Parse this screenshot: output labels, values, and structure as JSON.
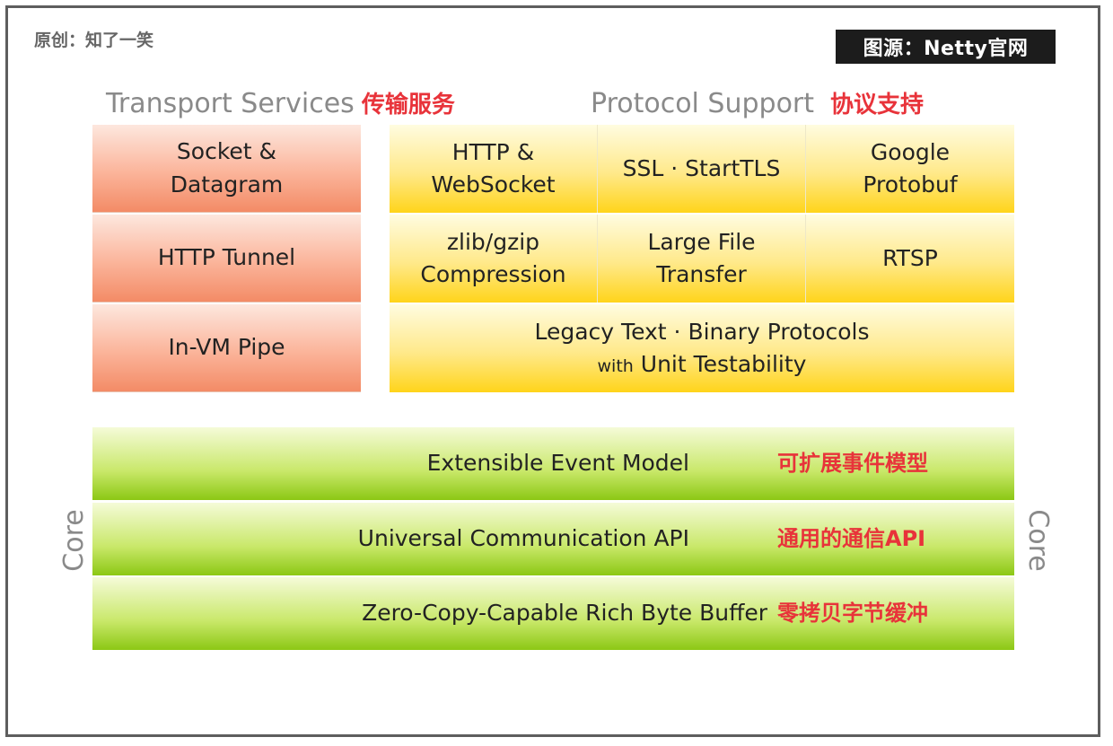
{
  "header": {
    "author": "原创：知了一笑",
    "source": "图源：Netty官网"
  },
  "transport": {
    "title": "Transport Services",
    "title_cn": "传输服务",
    "items": [
      [
        "Socket &",
        "Datagram"
      ],
      [
        "HTTP Tunnel"
      ],
      [
        "In-VM Pipe"
      ]
    ]
  },
  "protocol": {
    "title": "Protocol Support",
    "title_cn": "协议支持",
    "row1": [
      [
        "HTTP &",
        "WebSocket"
      ],
      [
        "SSL · StartTLS"
      ],
      [
        "Google",
        "Protobuf"
      ]
    ],
    "row2": [
      [
        "zlib/gzip",
        "Compression"
      ],
      [
        "Large File",
        "Transfer"
      ],
      [
        "RTSP"
      ]
    ],
    "legacy": {
      "line1": "Legacy Text · Binary Protocols",
      "line2_small": "with",
      "line2": "Unit Testability"
    }
  },
  "core": {
    "label": "Core",
    "layers": [
      {
        "en": "Extensible Event Model",
        "cn": "可扩展事件模型"
      },
      {
        "en": "Universal Communication API",
        "cn": "通用的通信API"
      },
      {
        "en": "Zero-Copy-Capable Rich Byte Buffer",
        "cn": "零拷贝字节缓冲"
      }
    ]
  }
}
